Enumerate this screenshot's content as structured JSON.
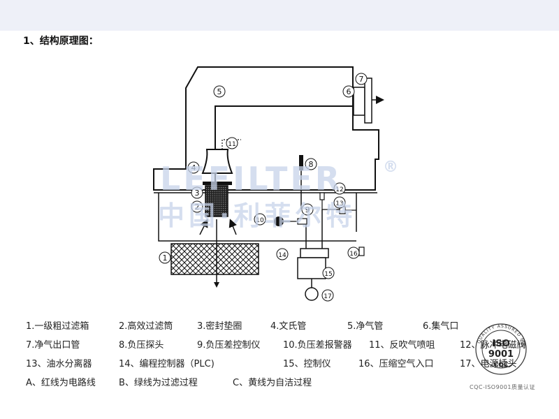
{
  "section_title": "1、结构原理图：",
  "watermark": {
    "brand": "LEFILTER",
    "registered_mark": "®",
    "slogan": "中国·利菲尔特"
  },
  "diagram_numbers": [
    "1",
    "2",
    "3",
    "4",
    "5",
    "6",
    "7",
    "8",
    "9",
    "10",
    "11",
    "12",
    "13",
    "14",
    "15",
    "16",
    "17"
  ],
  "legend": {
    "row1": [
      "1.一级粗过滤箱",
      "2.高效过滤筒",
      "3.密封垫圈",
      "4.文氏管",
      "5.净气管",
      "6.集气口"
    ],
    "row2": [
      "7.净气出口管",
      "8.负压探头",
      "9.负压差控制仪",
      "10.负压差报警器",
      "11、反吹气喷咀",
      "12、脉冲电磁阀"
    ],
    "row3": [
      "13、油水分离器",
      "14、编程控制器（PLC)",
      "15、控制仪",
      "16、压缩空气入口",
      "17、电源插头"
    ],
    "row4": [
      "A、红线为电路线",
      "B、绿线为过滤过程",
      "C、黄线为自洁过程"
    ]
  },
  "certification": {
    "ring_text": "QUALITY ASSURED FIRM",
    "standard": "ISO",
    "number": "9001",
    "mark": "CQC",
    "caption": "CQC-ISO9001质量认证"
  }
}
